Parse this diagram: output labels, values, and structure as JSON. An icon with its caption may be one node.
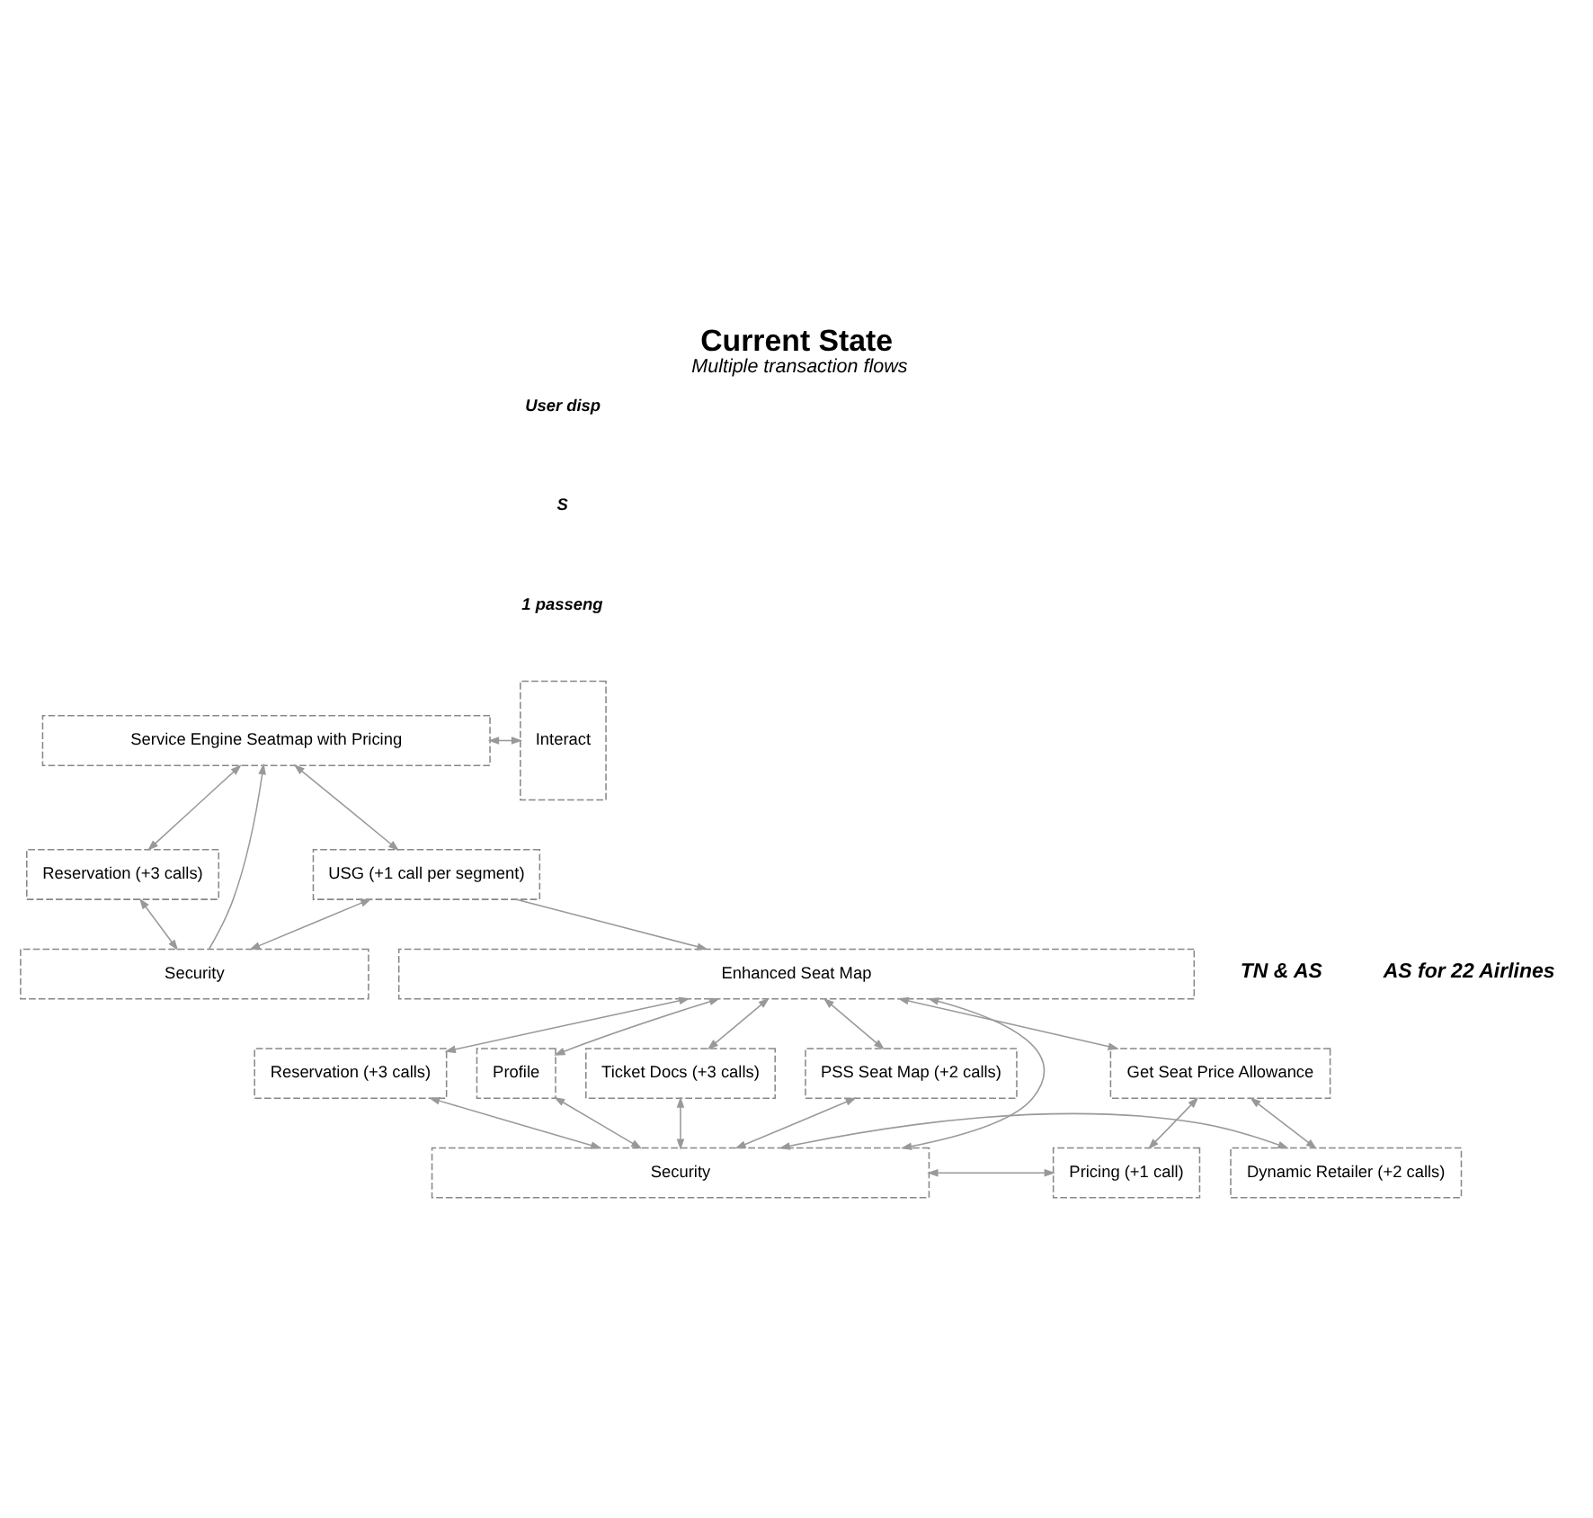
{
  "diagram": {
    "title": "Current State",
    "caption": "Multiple transaction flows",
    "nodes": [
      {
        "text": [
          "Service Engine Seatmap with Pricing"
        ]
      },
      {
        "text": [
          "Interact"
        ]
      },
      {
        "text": [
          "Reservation (+3 calls)"
        ]
      },
      {
        "text": [
          "USG (+1 call per segment)"
        ]
      },
      {
        "text": [
          "Security"
        ]
      },
      {
        "text": [
          "Enhanced Seat Map"
        ]
      },
      {
        "text": [
          "Reservation (+3 calls)"
        ]
      },
      {
        "text": [
          "Profile"
        ]
      },
      {
        "text": [
          "Ticket Docs (+3 calls)"
        ]
      },
      {
        "text": [
          "PSS Seat Map (+2 calls)"
        ]
      },
      {
        "text": [
          "Get Seat Price Allowance"
        ]
      },
      {
        "text": [
          "Security"
        ]
      },
      {
        "text": [
          "Pricing (+1 call)"
        ]
      },
      {
        "text": [
          "Dynamic Retailer (+2 calls)"
        ]
      }
    ],
    "edges": [
      {
        "from": 0,
        "to": 1,
        "arrow": "both"
      },
      {
        "from": 0,
        "to": 2,
        "arrow": "both"
      },
      {
        "from": 0,
        "to": 3,
        "arrow": "both"
      },
      {
        "from": 4,
        "to": 0,
        "arrow": "to"
      },
      {
        "from": 2,
        "to": 4,
        "arrow": "both"
      },
      {
        "from": 3,
        "to": 4,
        "arrow": "both"
      },
      {
        "from": 3,
        "to": 5,
        "arrow": "to"
      },
      {
        "from": 5,
        "to": 6,
        "arrow": "both"
      },
      {
        "from": 5,
        "to": 7,
        "arrow": "both"
      },
      {
        "from": 5,
        "to": 8,
        "arrow": "both"
      },
      {
        "from": 5,
        "to": 9,
        "arrow": "both"
      },
      {
        "from": 5,
        "to": 10,
        "arrow": "both"
      },
      {
        "from": 5,
        "to": 11,
        "arrow": "both"
      },
      {
        "from": 6,
        "to": 11,
        "arrow": "both"
      },
      {
        "from": 7,
        "to": 11,
        "arrow": "both"
      },
      {
        "from": 8,
        "to": 11,
        "arrow": "both"
      },
      {
        "from": 9,
        "to": 11,
        "arrow": "both"
      },
      {
        "from": 10,
        "to": 12,
        "arrow": "both"
      },
      {
        "from": 10,
        "to": 13,
        "arrow": "both"
      },
      {
        "from": 12,
        "to": 11,
        "arrow": "both"
      },
      {
        "from": 11,
        "to": 13,
        "arrow": "both"
      }
    ],
    "labels": [
      "User disp",
      "S",
      "1 passeng",
      "TN & AS",
      "AS for 22 Airlines"
    ]
  }
}
